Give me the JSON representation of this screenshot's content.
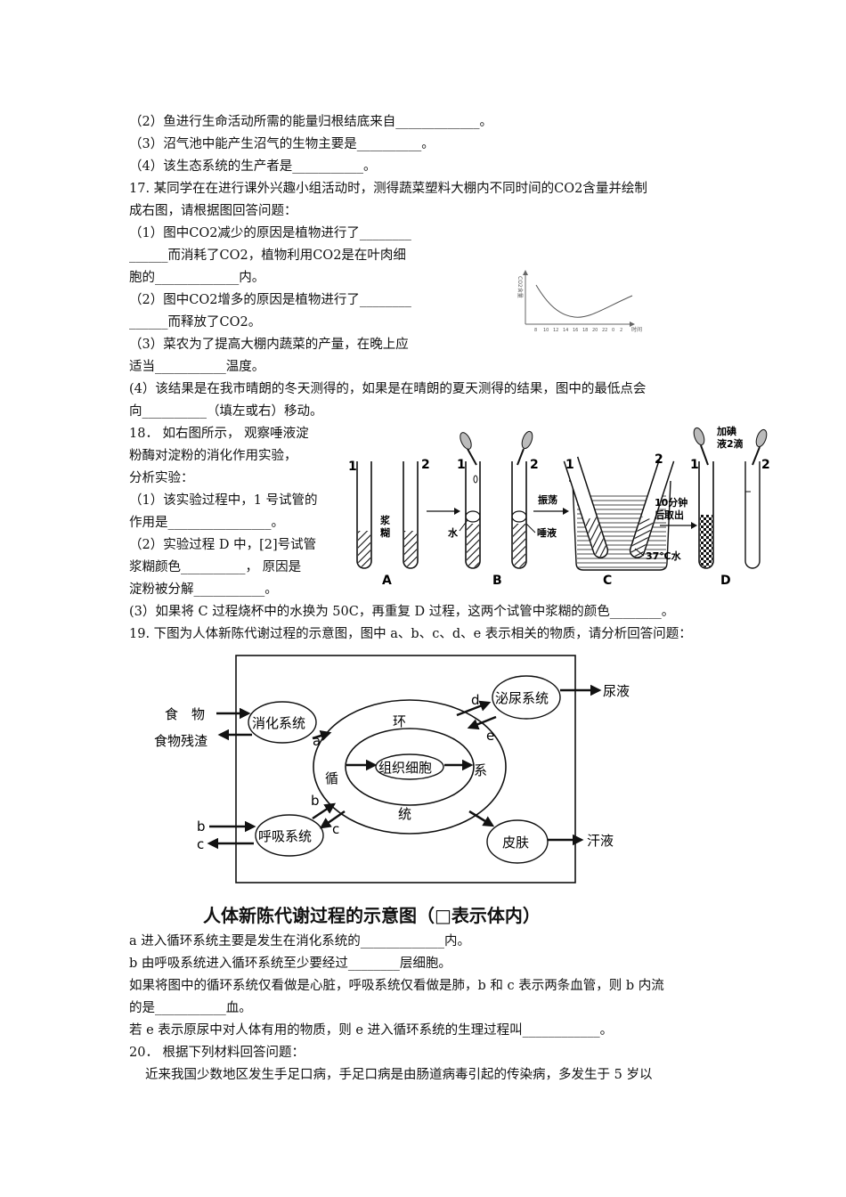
{
  "lines": {
    "q16_2": "（2）鱼进行生命活动所需的能量归根结底来自_____________。",
    "q16_3": "（3）沼气池中能产生沼气的生物主要是__________。",
    "q16_4": "（4）该生态系统的生产者是___________。",
    "q17_a": "17. 某同学在在进行课外兴趣小组活动时，测得蔬菜塑料大棚内不同时间的CO2含量并绘制",
    "q17_b": "成右图，请根据图回答问题：",
    "q17_1a": "（1）图中CO2减少的原因是植物进行了________",
    "q17_1b": "______而消耗了CO2，植物利用CO2是在叶肉细",
    "q17_1c": "胞的_____________内。",
    "q17_2a": "（2）图中CO2增多的原因是植物进行了________",
    "q17_2b": "______而释放了CO2。",
    "q17_3a": "（3）菜农为了提高大棚内蔬菜的产量，在晚上应",
    "q17_3b": "适当___________温度。",
    "q17_4a": "(4）该结果是在我市晴朗的冬天测得的，如果是在晴朗的夏天测得的结果，图中的最低点会",
    "q17_4b": "向__________（填左或右）移动。",
    "q18_a": "18． 如右图所示， 观察唾液淀",
    "q18_b": "粉酶对淀粉的消化作用实验，",
    "q18_c": "分析实验：",
    "q18_1a": "（1）该实验过程中，1 号试管的",
    "q18_1b": "作用是________________。",
    "q18_2a": "（2）实验过程 D 中，[2]号试管",
    "q18_2b": "浆糊颜色__________， 原因是",
    "q18_2c": "淀粉被分解___________。",
    "q18_3": "(3）如果将 C 过程烧杯中的水换为 50C，再重复 D 过程，这两个试管中浆糊的颜色________。",
    "q19": "19. 下图为人体新陈代谢过程的示意图，图中 a、b、c、d、e 表示相关的物质，请分析回答问题：",
    "q19_a": "a 进入循环系统主要是发生在消化系统的_____________内。",
    "q19_b": "b 由呼吸系统进入循环系统至少要经过________层细胞。",
    "q19_c1": "如果将图中的循环系统仅看做是心脏，呼吸系统仅看做是肺，b 和 c 表示两条血管，则 b 内流",
    "q19_c2": "的是___________血。",
    "q19_e": "若 e 表示原尿中对人体有用的物质，则 e 进入循环系统的生理过程叫____________。",
    "q20": "20． 根据下列材料回答问题：",
    "q20_p": "近来我国少数地区发生手足口病，手足口病是由肠道病毒引起的传染病，多发生于 5 岁以"
  },
  "co2_graph": {
    "ylabel": "CO2含量",
    "xlabel": "时间",
    "xticks": [
      "8",
      "10",
      "12",
      "14",
      "16",
      "18",
      "20",
      "22",
      "0",
      "2"
    ]
  },
  "tube_experiment": {
    "tube1": "1",
    "tube2": "2",
    "starch": "浆糊",
    "water": "水",
    "saliva": "唾液",
    "shake": "振荡",
    "take_out": "10分钟后取出",
    "water37": "37℃水",
    "iodine": "加碘液2滴",
    "steps": [
      "A",
      "B",
      "C",
      "D"
    ]
  },
  "metabolism": {
    "food": "食　物",
    "residue": "食物残渣",
    "digestive": "消化系统",
    "respiratory": "呼吸系统",
    "urinary": "泌尿系统",
    "skin": "皮肤",
    "tissue": "组织细胞",
    "urine": "尿液",
    "sweat": "汗液",
    "circ1": "环",
    "circ2": "循",
    "circ3": "系",
    "circ4": "统",
    "a": "a",
    "b": "b",
    "c": "c",
    "d": "d",
    "e": "e",
    "caption": "人体新陈代谢过程的示意图（□表示体内）"
  }
}
